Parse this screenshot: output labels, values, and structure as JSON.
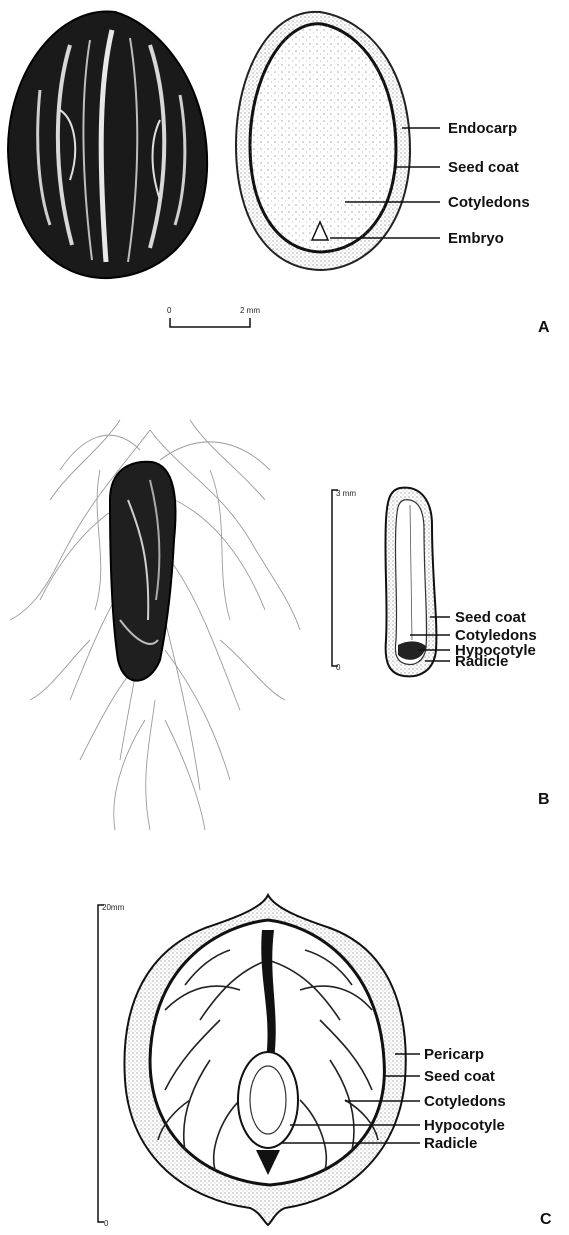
{
  "panel_a": {
    "letter": "A",
    "labels": [
      "Endocarp",
      "Seed coat",
      "Cotyledons",
      "Embryo"
    ],
    "scale": {
      "start": "0",
      "end": "2 mm"
    }
  },
  "panel_b": {
    "letter": "B",
    "labels": [
      "Seed coat",
      "Cotyledons",
      "Hypocotyle",
      "Radicle"
    ],
    "scale": {
      "top": "3 mm",
      "bottom": "0"
    }
  },
  "panel_c": {
    "letter": "C",
    "labels": [
      "Pericarp",
      "Seed coat",
      "Cotyledons",
      "Hypocotyle",
      "Radicle"
    ],
    "scale": {
      "top": "20mm",
      "bottom": "0"
    }
  },
  "colors": {
    "ink": "#111111",
    "stipple": "#555555",
    "background": "#ffffff"
  }
}
